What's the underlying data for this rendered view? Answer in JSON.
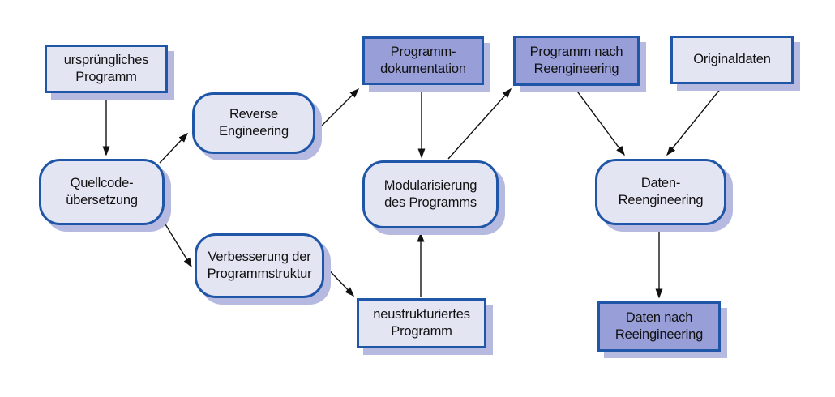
{
  "diagram": {
    "description": "Software-Reengineering Prozessdiagramm",
    "colors": {
      "background": "#ffffff",
      "node_border": "#1f56a8",
      "node_fill_light": "#e4e5f3",
      "node_fill_dark": "#979ed8",
      "node_shadow": "#b6b9e0",
      "arrow": "#111111",
      "text": "#111111"
    }
  },
  "nodes": [
    {
      "id": "ursprungliches-programm",
      "label": "ursprüngliches\nProgramm",
      "shape": "rect",
      "variant": "light"
    },
    {
      "id": "quellcode-uebersetzung",
      "label": "Quellcode-\nübersetzung",
      "shape": "rounded",
      "variant": "light"
    },
    {
      "id": "reverse-engineering",
      "label": "Reverse\nEngineering",
      "shape": "rounded",
      "variant": "light"
    },
    {
      "id": "verbesserung-der-programmstruktur",
      "label": "Verbesserung der\nProgrammstruktur",
      "shape": "rounded",
      "variant": "light"
    },
    {
      "id": "programm-dokumentation",
      "label": "Programm-\ndokumentation",
      "shape": "rect",
      "variant": "dark"
    },
    {
      "id": "modularisierung-des-programms",
      "label": "Modularisierung\ndes Programms",
      "shape": "rounded",
      "variant": "light"
    },
    {
      "id": "neustrukturiertes-programm",
      "label": "neustrukturiertes\nProgramm",
      "shape": "rect",
      "variant": "light"
    },
    {
      "id": "programm-nach-reengineering",
      "label": "Programm nach\nReengineering",
      "shape": "rect",
      "variant": "dark"
    },
    {
      "id": "originaldaten",
      "label": "Originaldaten",
      "shape": "rect",
      "variant": "light"
    },
    {
      "id": "daten-reengineering",
      "label": "Daten-\nReengineering",
      "shape": "rounded",
      "variant": "light"
    },
    {
      "id": "daten-nach-reeingineering",
      "label": "Daten nach\nReeingineering",
      "shape": "rect",
      "variant": "dark"
    }
  ],
  "edges": [
    {
      "from": "ursprungliches-programm",
      "to": "quellcode-uebersetzung"
    },
    {
      "from": "quellcode-uebersetzung",
      "to": "reverse-engineering"
    },
    {
      "from": "quellcode-uebersetzung",
      "to": "verbesserung-der-programmstruktur"
    },
    {
      "from": "reverse-engineering",
      "to": "programm-dokumentation"
    },
    {
      "from": "programm-dokumentation",
      "to": "modularisierung-des-programms"
    },
    {
      "from": "modularisierung-des-programms",
      "to": "programm-nach-reengineering"
    },
    {
      "from": "programm-nach-reengineering",
      "to": "daten-reengineering"
    },
    {
      "from": "originaldaten",
      "to": "daten-reengineering"
    },
    {
      "from": "daten-reengineering",
      "to": "daten-nach-reeingineering"
    },
    {
      "from": "verbesserung-der-programmstruktur",
      "to": "neustrukturiertes-programm"
    },
    {
      "from": "neustrukturiertes-programm",
      "to": "modularisierung-des-programms"
    }
  ]
}
